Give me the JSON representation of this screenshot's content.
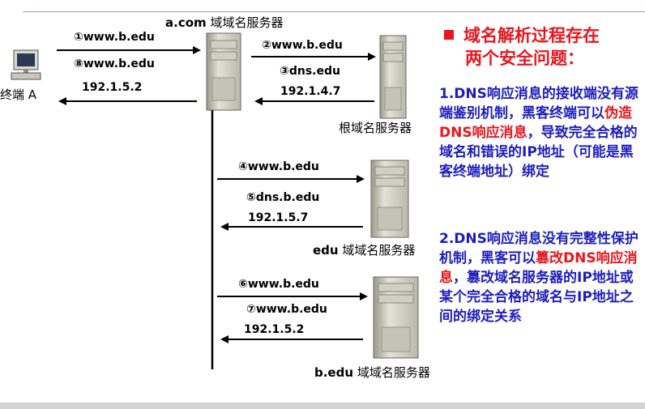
{
  "diagram": {
    "servers": {
      "local": {
        "name_prefix": "a.com",
        "name_suffix": "域域名服务器"
      },
      "root": {
        "name": "根域名服务器"
      },
      "edu": {
        "name_prefix": "edu",
        "name_suffix": "域域名服务器"
      },
      "bedu": {
        "name_prefix": "b.edu",
        "name_suffix": "域域名服务器"
      }
    },
    "terminal": {
      "label": "终端 A"
    },
    "messages": {
      "m1": "①www.b.edu",
      "m8": "⑧www.b.edu",
      "m8_ip": "192.1.5.2",
      "m2": "②www.b.edu",
      "m3": "③dns.edu",
      "m3_ip": "192.1.4.7",
      "m4": "④www.b.edu",
      "m5": "⑤dns.b.edu",
      "m5_ip": "192.1.5.7",
      "m6": "⑥www.b.edu",
      "m7": "⑦www.b.edu",
      "m7_ip": "192.1.5.2"
    }
  },
  "panel": {
    "title_line1": "域名解析过程存在",
    "title_line2": "两个安全问题：",
    "p1_a": "1.DNS响应消息的接收端没有源端鉴别机制，黑客终端可以",
    "p1_hl": "伪造DNS响应消息",
    "p1_b": "，导致完全合格的域名和错误的IP地址（可能是黑客终端地址）绑定",
    "p2_a": "2.DNS响应消息没有完整性保护机制，黑客可以",
    "p2_hl": "篡改DNS响应消息",
    "p2_b": "，篡改域名服务器的IP地址或某个完全合格的域名与IP地址之间的绑定关系"
  },
  "colors": {
    "accent_red": "#e8151d",
    "text_blue": "#1d1dbf"
  }
}
